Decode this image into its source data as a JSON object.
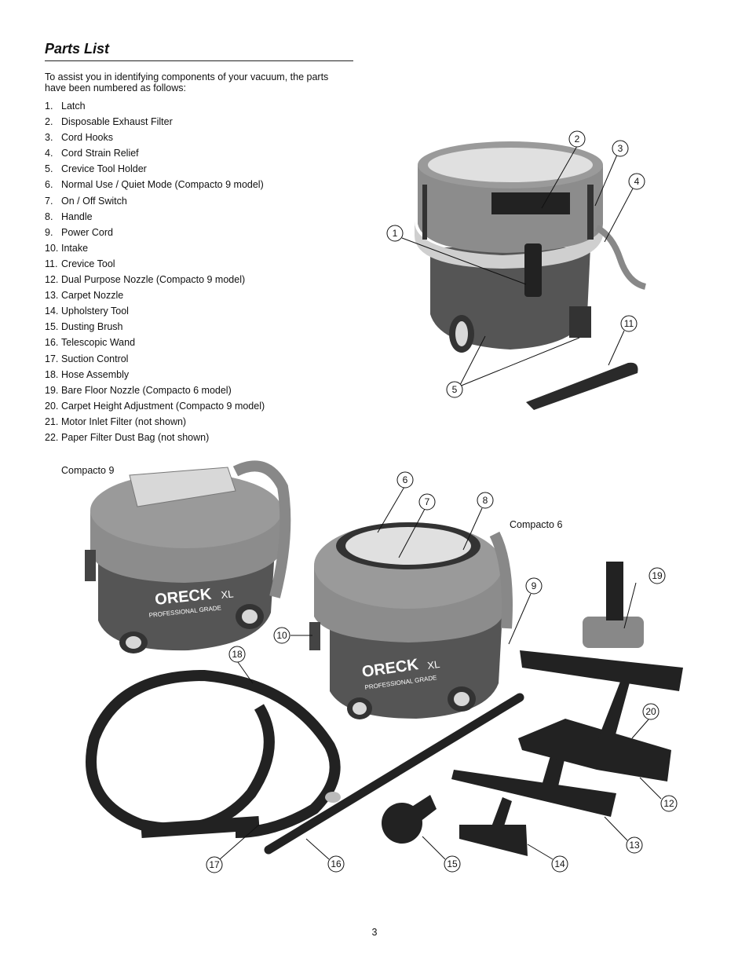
{
  "page": {
    "title": "Parts List",
    "intro": "To assist you in identifying components of your vacuum, the parts have been numbered as follows:",
    "page_number": "3"
  },
  "parts": [
    {
      "num": "1.",
      "label": "Latch"
    },
    {
      "num": "2.",
      "label": "Disposable Exhaust Filter"
    },
    {
      "num": "3.",
      "label": "Cord Hooks"
    },
    {
      "num": "4.",
      "label": "Cord Strain Relief"
    },
    {
      "num": "5.",
      "label": "Crevice Tool Holder"
    },
    {
      "num": "6.",
      "label": "Normal Use / Quiet Mode (Compacto 9 model)"
    },
    {
      "num": "7.",
      "label": "On / Off Switch"
    },
    {
      "num": "8.",
      "label": "Handle"
    },
    {
      "num": "9.",
      "label": "Power Cord"
    },
    {
      "num": "10.",
      "label": "Intake"
    },
    {
      "num": "11.",
      "label": "Crevice Tool"
    },
    {
      "num": "12.",
      "label": "Dual Purpose Nozzle (Compacto 9 model)"
    },
    {
      "num": "13.",
      "label": "Carpet Nozzle"
    },
    {
      "num": "14.",
      "label": "Upholstery Tool"
    },
    {
      "num": "15.",
      "label": "Dusting Brush"
    },
    {
      "num": "16.",
      "label": "Telescopic Wand"
    },
    {
      "num": "17.",
      "label": "Suction Control"
    },
    {
      "num": "18.",
      "label": "Hose Assembly"
    },
    {
      "num": "19.",
      "label": "Bare Floor Nozzle (Compacto 6 model)"
    },
    {
      "num": "20.",
      "label": "Carpet Height Adjustment (Compacto 9 model)"
    },
    {
      "num": "21.",
      "label": "Motor Inlet Filter (not shown)"
    },
    {
      "num": "22.",
      "label": "Paper Filter Dust Bag (not shown)"
    }
  ],
  "figure_labels": {
    "compacto9": "Compacto 9",
    "compacto6": "Compacto 6",
    "brand": "ORECK",
    "model": "XL",
    "grade": "PROFESSIONAL GRADE"
  },
  "callouts": [
    "1",
    "2",
    "3",
    "4",
    "5",
    "6",
    "7",
    "8",
    "9",
    "10",
    "11",
    "12",
    "13",
    "14",
    "15",
    "16",
    "17",
    "18",
    "19",
    "20"
  ]
}
